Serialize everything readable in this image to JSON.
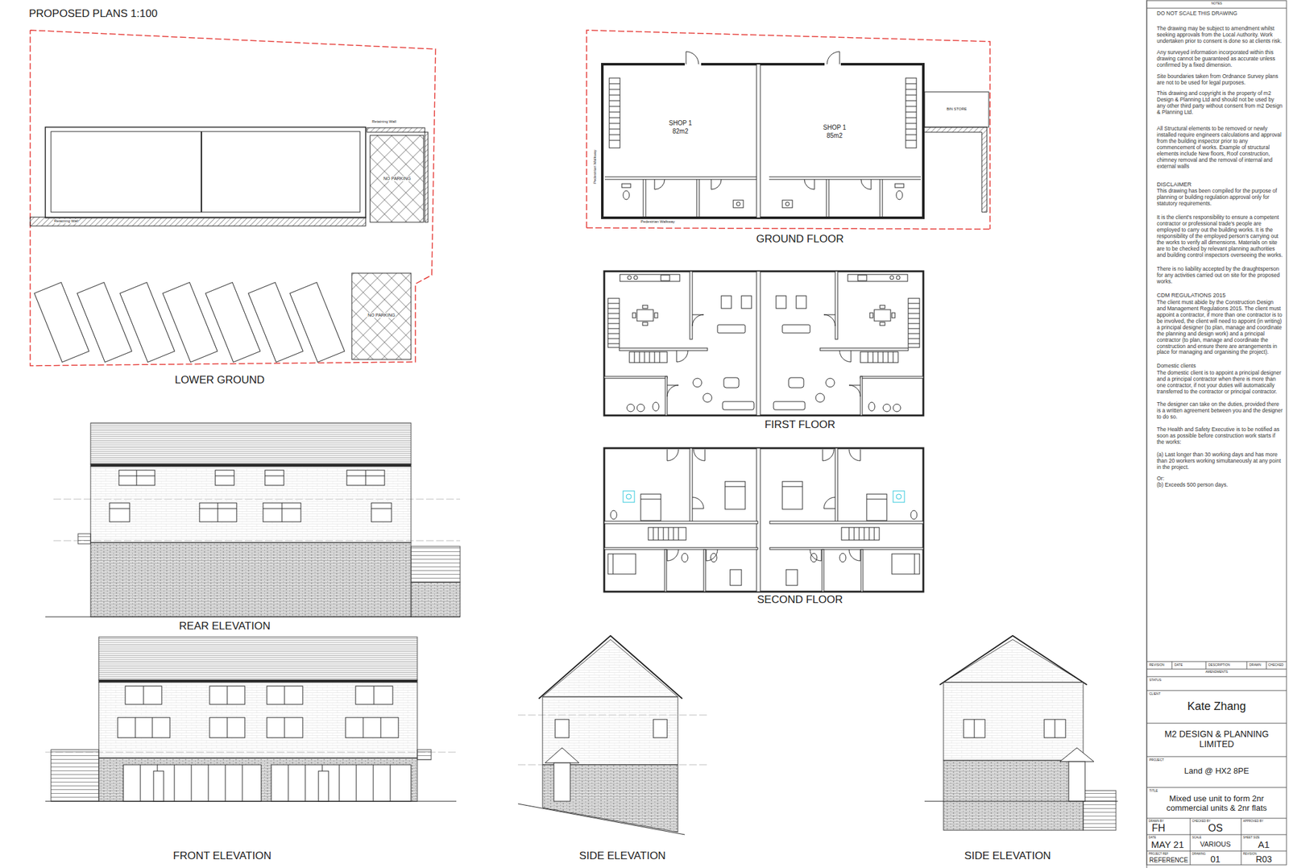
{
  "diagram": {
    "title": "PROPOSED PLANS 1:100",
    "labels": [
      "Retaining Wall",
      "NO PARKING",
      "Retaining Wall",
      "NO PARKING",
      "LOWER GROUND",
      "SHOP 1",
      "82m2",
      "SHOP 1",
      "85m2",
      "BIN STORE",
      "Pedestrian Walkway",
      "Pedestrian Walkway",
      "GROUND FLOOR",
      "FIRST FLOOR",
      "SECOND FLOOR",
      "REAR ELEVATION",
      "FRONT ELEVATION",
      "SIDE ELEVATION",
      "SIDE ELEVATION",
      "NOTES",
      "DO NOT SCALE THIS DRAWING",
      "The drawing may be subject to amendment whilst seeking approvals from the Local Authority. Work undertaken prior to consent is done so at clients risk.",
      "Any surveyed information incorporated within this drawing cannot be guaranteed as accurate unless confirmed by a fixed dimension.",
      "Site boundaries taken from Ordnance Survey plans are not to be used for legal purposes.",
      "This drawing and copyright is the property of m2 Design & Planning Ltd and should not be used by any other third party without consent from m2 Design & Planning Ltd.",
      "All Structural elements to be removed or newly installed require engineers calculations and approval from the building inspector prior to any commencement of works. Example of structural elements include New floors, Roof construction, chimney removal and the removal of internal and external walls",
      "DISCLAIMER",
      "This drawing has been compiled for the purpose of planning or building regulation approval only for statutory requirements.",
      "It is the client's responsibility to ensure a competent contractor or professional trade's people are employed to carry out the building works. It is the responsibility of the employed person's carrying out the works to verify all dimensions. Materials on site are to be checked by relevant planning authorities and building control inspectors overseeing the works.",
      "There is no liability accepted by the draughtsperson for any activities carried out on site for the proposed works.",
      "CDM REGULATIONS 2015",
      "The client must abide by the Construction Design and Management Regulations 2015. The client must appoint a contractor, if more than one contractor is to be involved, the client will need to appoint (in writing) a principal designer (to plan, manage and coordinate the planning and design work) and a principal contractor (to plan, manage and coordinate the construction and ensure there are arrangements in place for managing and organising the project).",
      "Domestic clients",
      "The domestic client is to appoint a principal designer and a principal contractor when there is more than one contractor, if not your duties will automatically transferred to the contractor or principal contractor.",
      "The designer can take on the duties, provided there is a written agreement between you and the designer to do so.",
      "The Health and Safety Executive is to be notified as soon as possible before construction work starts if the works:",
      "(a) Last longer than 30 working days and has more than 20 workers working simultaneously at any point in the project.",
      "Or:",
      "(b) Exceeds 500 person days.",
      "REVISION",
      "DATE",
      "DESCRIPTION",
      "DRAWN",
      "CHECKED",
      "AMENDMENTS",
      "STATUS",
      "CLIENT",
      "Kate Zhang",
      "M2 DESIGN & PLANNING LIMITED",
      "PROJECT",
      "Land @ HX2 8PE",
      "TITLE",
      "Mixed use unit to form 2nr commercial units & 2nr flats",
      "DRAWN BY",
      "FH",
      "CHECKED BY",
      "OS",
      "APPROVED BY",
      "DATE",
      "MAY 21",
      "SCALE",
      "VARIOUS",
      "SHEET SIZE",
      "A1",
      "PROJECT REF",
      "REFERENCE",
      "DRAWING",
      "01",
      "REVISION",
      "R03"
    ]
  }
}
